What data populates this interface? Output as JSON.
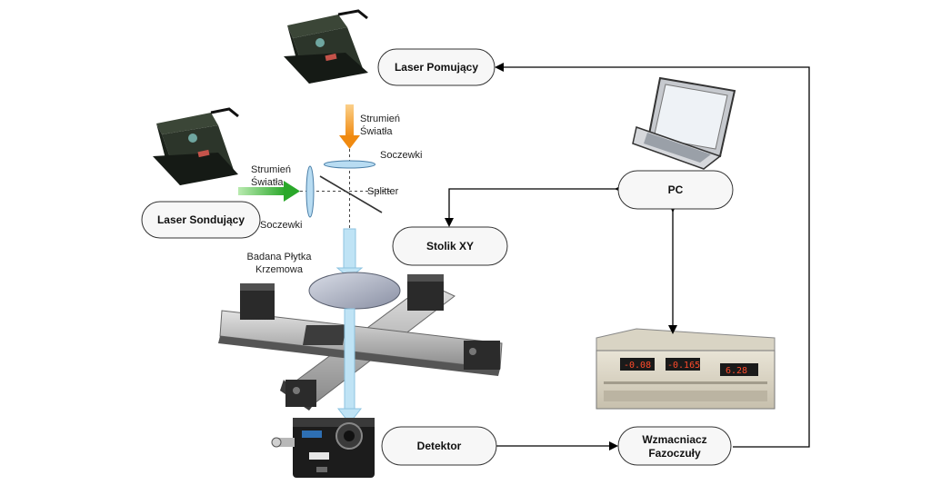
{
  "nodes": {
    "laser_pomujacy": "Laser Pomujący",
    "laser_sondujacy": "Laser Sondujący",
    "pc": "PC",
    "stolik_xy": "Stolik XY",
    "detektor": "Detektor",
    "wzmacniacz_line1": "Wzmacniacz",
    "wzmacniacz_line2": "Fazoczuły"
  },
  "annotations": {
    "strumien_top_line1": "Strumień",
    "strumien_top_line2": "Światła",
    "strumien_left_line1": "Strumień",
    "strumien_left_line2": "Światła",
    "soczewki_top": "Soczewki",
    "soczewki_left": "Soczewki",
    "splitter": "Splitter",
    "plytka_line1": "Badana Płytka",
    "plytka_line2": "Krzemowa"
  },
  "device_displays": [
    "-0.08",
    "-0.165",
    "6.28"
  ],
  "colors": {
    "orange_beam": "#f0a020",
    "green_beam": "#3cb83c",
    "blue_beam": "#bfe3f5",
    "lens": "#b8dcf2",
    "node_fill": "#f7f7f7",
    "laser_body": "#1f2a1f",
    "laser_plate": "#7fa06a"
  }
}
